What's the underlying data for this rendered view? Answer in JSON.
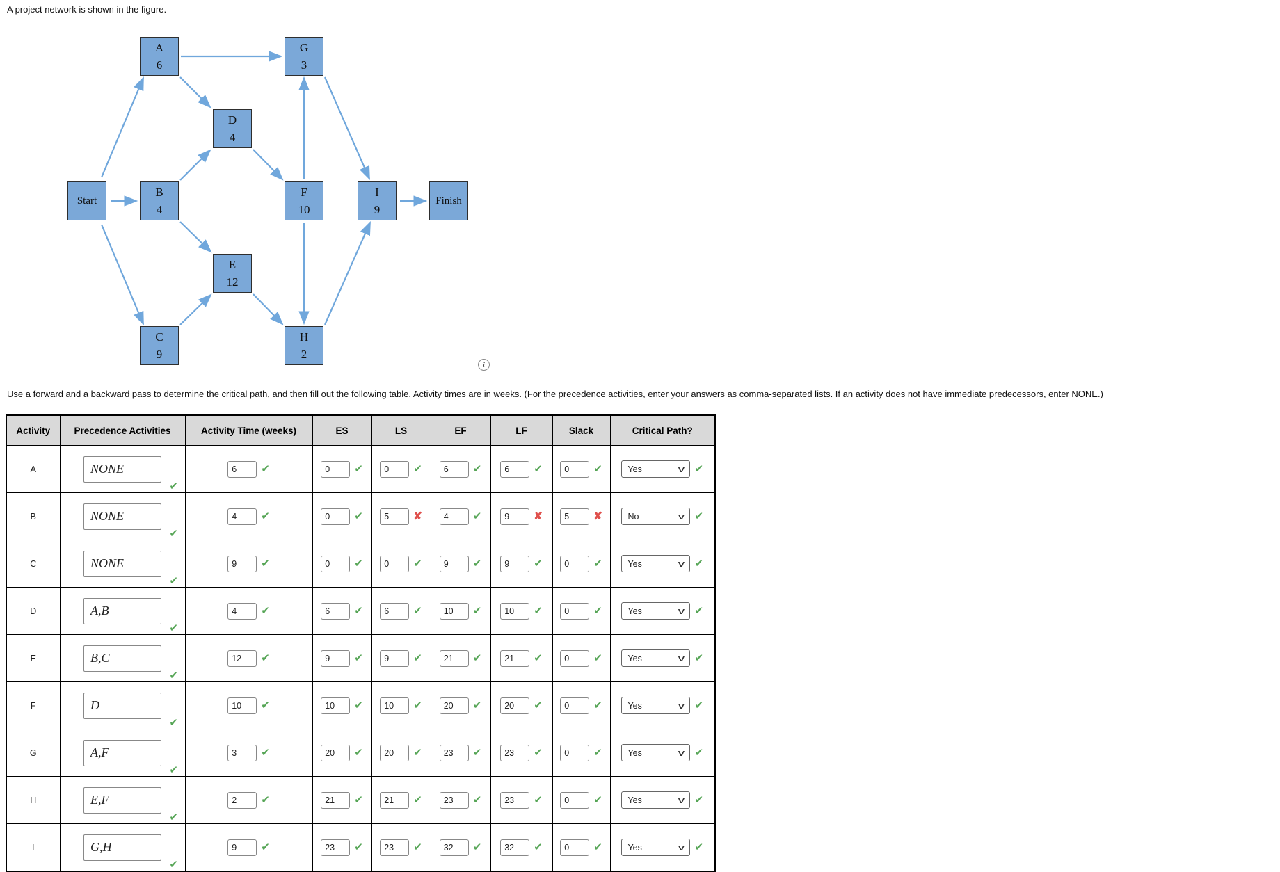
{
  "page": {
    "intro": "A project network is shown in the figure.",
    "instructions": "Use a forward and a backward pass to determine the critical path, and then fill out the following table. Activity times are in weeks. (For the precedence activities, enter your answers as comma-separated lists. If an activity does not have immediate predecessors, enter NONE.)",
    "info_icon_glyph": "i"
  },
  "colors": {
    "node_fill": "#7BA8D8",
    "arrow": "#70a7dc",
    "check": "#56a556",
    "cross": "#e0504c",
    "header_bg": "#d9d9d9"
  },
  "network": {
    "nodes": [
      {
        "id": "Start",
        "label": "Start",
        "duration": ""
      },
      {
        "id": "A",
        "label": "A",
        "duration": "6"
      },
      {
        "id": "B",
        "label": "B",
        "duration": "4"
      },
      {
        "id": "C",
        "label": "C",
        "duration": "9"
      },
      {
        "id": "D",
        "label": "D",
        "duration": "4"
      },
      {
        "id": "E",
        "label": "E",
        "duration": "12"
      },
      {
        "id": "F",
        "label": "F",
        "duration": "10"
      },
      {
        "id": "G",
        "label": "G",
        "duration": "3"
      },
      {
        "id": "H",
        "label": "H",
        "duration": "2"
      },
      {
        "id": "I",
        "label": "I",
        "duration": "9"
      },
      {
        "id": "Finish",
        "label": "Finish",
        "duration": ""
      }
    ],
    "edges": [
      {
        "from": "Start",
        "to": "A"
      },
      {
        "from": "Start",
        "to": "B"
      },
      {
        "from": "Start",
        "to": "C"
      },
      {
        "from": "A",
        "to": "G"
      },
      {
        "from": "A",
        "to": "D"
      },
      {
        "from": "B",
        "to": "D"
      },
      {
        "from": "B",
        "to": "E"
      },
      {
        "from": "C",
        "to": "E"
      },
      {
        "from": "D",
        "to": "F"
      },
      {
        "from": "E",
        "to": "H"
      },
      {
        "from": "F",
        "to": "G"
      },
      {
        "from": "F",
        "to": "H"
      },
      {
        "from": "G",
        "to": "I"
      },
      {
        "from": "H",
        "to": "I"
      },
      {
        "from": "I",
        "to": "Finish"
      }
    ]
  },
  "table": {
    "headers": [
      "Activity",
      "Precedence Activities",
      "Activity Time (weeks)",
      "ES",
      "LS",
      "EF",
      "LF",
      "Slack",
      "Critical Path?"
    ],
    "rows": [
      {
        "activity": "A",
        "precedence": "NONE",
        "precedence_mark": "check",
        "time": "6",
        "time_mark": "check",
        "es": "0",
        "es_mark": "check",
        "ls": "0",
        "ls_mark": "check",
        "ef": "6",
        "ef_mark": "check",
        "lf": "6",
        "lf_mark": "check",
        "slack": "0",
        "slack_mark": "check",
        "critical": "Yes",
        "critical_mark": "check"
      },
      {
        "activity": "B",
        "precedence": "NONE",
        "precedence_mark": "check",
        "time": "4",
        "time_mark": "check",
        "es": "0",
        "es_mark": "check",
        "ls": "5",
        "ls_mark": "cross",
        "ef": "4",
        "ef_mark": "check",
        "lf": "9",
        "lf_mark": "cross",
        "slack": "5",
        "slack_mark": "cross",
        "critical": "No",
        "critical_mark": "check"
      },
      {
        "activity": "C",
        "precedence": "NONE",
        "precedence_mark": "check",
        "time": "9",
        "time_mark": "check",
        "es": "0",
        "es_mark": "check",
        "ls": "0",
        "ls_mark": "check",
        "ef": "9",
        "ef_mark": "check",
        "lf": "9",
        "lf_mark": "check",
        "slack": "0",
        "slack_mark": "check",
        "critical": "Yes",
        "critical_mark": "check"
      },
      {
        "activity": "D",
        "precedence": "A,B",
        "precedence_mark": "check",
        "time": "4",
        "time_mark": "check",
        "es": "6",
        "es_mark": "check",
        "ls": "6",
        "ls_mark": "check",
        "ef": "10",
        "ef_mark": "check",
        "lf": "10",
        "lf_mark": "check",
        "slack": "0",
        "slack_mark": "check",
        "critical": "Yes",
        "critical_mark": "check"
      },
      {
        "activity": "E",
        "precedence": "B,C",
        "precedence_mark": "check",
        "time": "12",
        "time_mark": "check",
        "es": "9",
        "es_mark": "check",
        "ls": "9",
        "ls_mark": "check",
        "ef": "21",
        "ef_mark": "check",
        "lf": "21",
        "lf_mark": "check",
        "slack": "0",
        "slack_mark": "check",
        "critical": "Yes",
        "critical_mark": "check"
      },
      {
        "activity": "F",
        "precedence": "D",
        "precedence_mark": "check",
        "time": "10",
        "time_mark": "check",
        "es": "10",
        "es_mark": "check",
        "ls": "10",
        "ls_mark": "check",
        "ef": "20",
        "ef_mark": "check",
        "lf": "20",
        "lf_mark": "check",
        "slack": "0",
        "slack_mark": "check",
        "critical": "Yes",
        "critical_mark": "check"
      },
      {
        "activity": "G",
        "precedence": "A,F",
        "precedence_mark": "check",
        "time": "3",
        "time_mark": "check",
        "es": "20",
        "es_mark": "check",
        "ls": "20",
        "ls_mark": "check",
        "ef": "23",
        "ef_mark": "check",
        "lf": "23",
        "lf_mark": "check",
        "slack": "0",
        "slack_mark": "check",
        "critical": "Yes",
        "critical_mark": "check"
      },
      {
        "activity": "H",
        "precedence": "E,F",
        "precedence_mark": "check",
        "time": "2",
        "time_mark": "check",
        "es": "21",
        "es_mark": "check",
        "ls": "21",
        "ls_mark": "check",
        "ef": "23",
        "ef_mark": "check",
        "lf": "23",
        "lf_mark": "check",
        "slack": "0",
        "slack_mark": "check",
        "critical": "Yes",
        "critical_mark": "check"
      },
      {
        "activity": "I",
        "precedence": "G,H",
        "precedence_mark": "check",
        "time": "9",
        "time_mark": "check",
        "es": "23",
        "es_mark": "check",
        "ls": "23",
        "ls_mark": "check",
        "ef": "32",
        "ef_mark": "check",
        "lf": "32",
        "lf_mark": "check",
        "slack": "0",
        "slack_mark": "check",
        "critical": "Yes",
        "critical_mark": "check"
      }
    ]
  }
}
